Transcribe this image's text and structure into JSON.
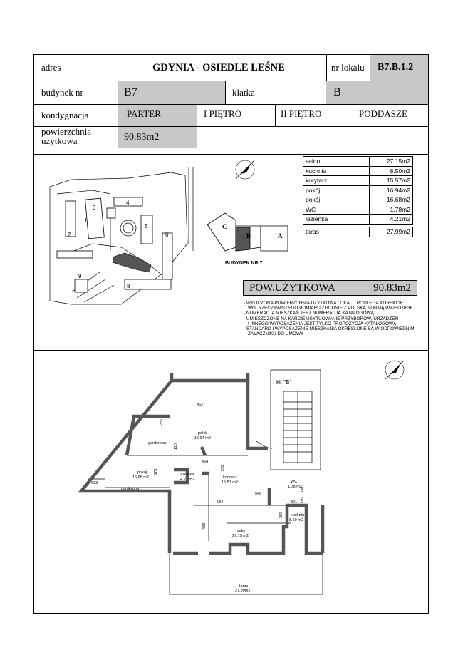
{
  "header": {
    "address_label": "adres",
    "address_value": "GDYNIA - OSIEDLE LEŚNE",
    "unit_label": "nr lokalu",
    "unit_value": "B7.B.1.2",
    "building_label": "budynek nr",
    "building_value": "B7",
    "stair_label": "klatka",
    "stair_value": "B",
    "floor_label": "kondygnacja",
    "floors": [
      "PARTER",
      "I PIĘTRO",
      "II PIĘTRO",
      "PODDASZE"
    ],
    "area_label_line1": "powierzchnia",
    "area_label_line2": "użytkowa",
    "area_value": "90.83m2"
  },
  "rooms": [
    {
      "name": "salon",
      "area": "27.15m2"
    },
    {
      "name": "kuchnia",
      "area": "8.50m2"
    },
    {
      "name": "korytarz",
      "area": "15.57m2"
    },
    {
      "name": "pokój",
      "area": "16.94m2"
    },
    {
      "name": "pokój",
      "area": "16.68m2"
    },
    {
      "name": "WC",
      "area": "1.78m2"
    },
    {
      "name": "łazienka",
      "area": "4.21m2"
    }
  ],
  "terrace": {
    "name": "taras",
    "area": "27.99m2"
  },
  "usable_area": {
    "label": "POW.UŻYTKOWA",
    "value": "90.83m2"
  },
  "site_plan": {
    "building_numbers": [
      "1",
      "2",
      "3",
      "4",
      "5",
      "6",
      "7",
      "8",
      "9"
    ],
    "building_caption": "BUDYNEK NR 7",
    "stairwells": [
      "A",
      "B",
      "C"
    ]
  },
  "notes": [
    "- WYLICZONA POWIERZCHNIA UŻYTKOWA LOKALU PODLEGA KOREKCIE",
    "  WG. RZECZYWISTEGO POMIARU ZGODNIE Z POLSKĄ NORMĄ PN-ISO 9836",
    "- NUMERACJA MIESZKAŃ JEST NUMERACJĄ KATALOGOWĄ",
    "- UMIESZCZONE NA KARCIE USYTUOWANIE PRZYBORÓW, URZĄDZEŃ",
    "  I INNEGO WYPOSAŻENIA JEST TYLKO PROPOZYCJĄ KATALOGOWĄ",
    "- STANDARD I WYPOSAŻENIE MIESZKANIA OKREŚLONE SĄ W ODPOWIEDNIM",
    "  ZAŁĄCZNIKU DO UMOWY"
  ],
  "floor_plan": {
    "stair_label": "kl. \"B\"",
    "garderoba": "garderoba",
    "labels": {
      "pokoj1_name": "pokój",
      "pokoj1_area": "16.94 m2",
      "pokoj2_name": "pokój",
      "pokoj2_area": "16.68 m2",
      "lazienka_name": "łazienka",
      "lazienka_area": "4.21 m2",
      "korytarz_name": "korytarz",
      "korytarz_area": "15.57 m2",
      "wc_name": "WC",
      "wc_area": "1.78 m2",
      "salon_name": "salon",
      "salon_area": "27.15 m2",
      "kuchnia_name": "kuchnia",
      "kuchnia_area": "8.50 m2",
      "taras_name": "taras",
      "taras_area": "27.99m2"
    },
    "dimensions": [
      "462",
      "265",
      "118",
      "454",
      "292",
      "373",
      "633",
      "548",
      "634",
      "301",
      "433",
      "283",
      "147",
      "115"
    ]
  }
}
